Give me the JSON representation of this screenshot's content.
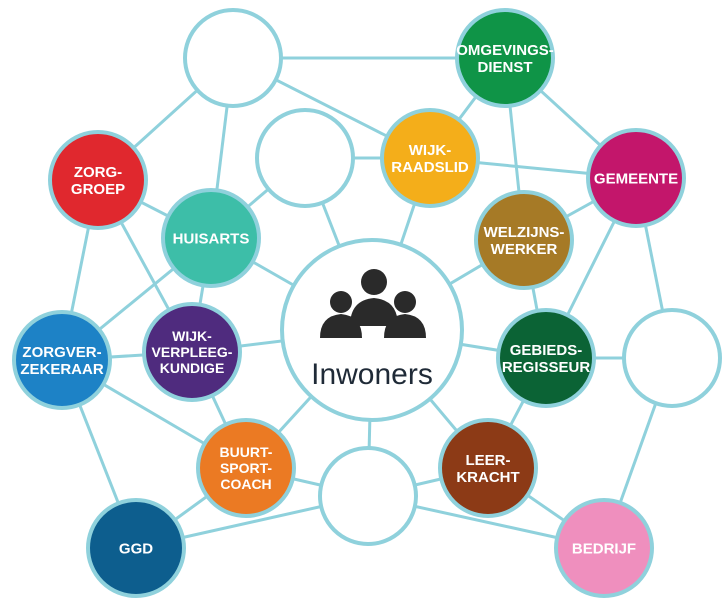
{
  "colors": {
    "edge": "#8fd1dc",
    "empty_fill": "#ffffff",
    "center_fill": "#ffffff",
    "center_icon": "#2a2a2a",
    "center_text": "#1f2a37"
  },
  "center": {
    "label": "Inwoners",
    "icon": "people-group-icon"
  },
  "nodes": [
    {
      "id": "empty-top",
      "lines": [],
      "color": "#ffffff",
      "empty": true
    },
    {
      "id": "omgevingsdienst",
      "lines": [
        "OMGEVINGS-",
        "DIENST"
      ],
      "color": "#0f9447"
    },
    {
      "id": "zorggroep",
      "lines": [
        "ZORG-",
        "GROEP"
      ],
      "color": "#e0282e"
    },
    {
      "id": "empty-mid-left",
      "lines": [],
      "color": "#ffffff",
      "empty": true
    },
    {
      "id": "wijkraadslid",
      "lines": [
        "WIJK-",
        "RAADSLID"
      ],
      "color": "#f4ae1a"
    },
    {
      "id": "gemeente",
      "lines": [
        "GEMEENTE"
      ],
      "color": "#c3166b"
    },
    {
      "id": "huisarts",
      "lines": [
        "HUISARTS"
      ],
      "color": "#3dbea8"
    },
    {
      "id": "welzijnswerker",
      "lines": [
        "WELZIJNS-",
        "WERKER"
      ],
      "color": "#a67a26"
    },
    {
      "id": "zorgverzekeraar",
      "lines": [
        "ZORGVER-",
        "ZEKERAAR"
      ],
      "color": "#1d82c6"
    },
    {
      "id": "wijkverpleegkundige",
      "lines": [
        "WIJK-",
        "VERPLEEG-",
        "KUNDIGE"
      ],
      "color": "#4f2b7e"
    },
    {
      "id": "gebiedsregisseur",
      "lines": [
        "GEBIEDS-",
        "REGISSEUR"
      ],
      "color": "#0b6335"
    },
    {
      "id": "empty-right",
      "lines": [],
      "color": "#ffffff",
      "empty": true
    },
    {
      "id": "buurtsportcoach",
      "lines": [
        "BUURT-",
        "SPORT-",
        "COACH"
      ],
      "color": "#eb7a23"
    },
    {
      "id": "leerkracht",
      "lines": [
        "LEER-",
        "KRACHT"
      ],
      "color": "#8c3a16"
    },
    {
      "id": "empty-bottom",
      "lines": [],
      "color": "#ffffff",
      "empty": true
    },
    {
      "id": "ggd",
      "lines": [
        "GGD"
      ],
      "color": "#0d5e8e"
    },
    {
      "id": "bedrijf",
      "lines": [
        "BEDRIJF"
      ],
      "color": "#ef8fbe"
    }
  ],
  "edges": [
    [
      "empty-top",
      "omgevingsdienst"
    ],
    [
      "empty-top",
      "zorggroep"
    ],
    [
      "empty-top",
      "huisarts"
    ],
    [
      "empty-top",
      "wijkraadslid"
    ],
    [
      "omgevingsdienst",
      "wijkraadslid"
    ],
    [
      "omgevingsdienst",
      "gemeente"
    ],
    [
      "omgevingsdienst",
      "welzijnswerker"
    ],
    [
      "zorggroep",
      "huisarts"
    ],
    [
      "zorggroep",
      "zorgverzekeraar"
    ],
    [
      "zorggroep",
      "wijkverpleegkundige"
    ],
    [
      "empty-mid-left",
      "wijkraadslid"
    ],
    [
      "empty-mid-left",
      "huisarts"
    ],
    [
      "empty-mid-left",
      "center"
    ],
    [
      "wijkraadslid",
      "gemeente"
    ],
    [
      "wijkraadslid",
      "center"
    ],
    [
      "gemeente",
      "welzijnswerker"
    ],
    [
      "gemeente",
      "gebiedsregisseur"
    ],
    [
      "gemeente",
      "empty-right"
    ],
    [
      "huisarts",
      "center"
    ],
    [
      "huisarts",
      "zorgverzekeraar"
    ],
    [
      "huisarts",
      "wijkverpleegkundige"
    ],
    [
      "welzijnswerker",
      "center"
    ],
    [
      "welzijnswerker",
      "gebiedsregisseur"
    ],
    [
      "zorgverzekeraar",
      "wijkverpleegkundige"
    ],
    [
      "zorgverzekeraar",
      "ggd"
    ],
    [
      "zorgverzekeraar",
      "buurtsportcoach"
    ],
    [
      "wijkverpleegkundige",
      "center"
    ],
    [
      "wijkverpleegkundige",
      "buurtsportcoach"
    ],
    [
      "gebiedsregisseur",
      "center"
    ],
    [
      "gebiedsregisseur",
      "empty-right"
    ],
    [
      "gebiedsregisseur",
      "leerkracht"
    ],
    [
      "empty-right",
      "bedrijf"
    ],
    [
      "buurtsportcoach",
      "center"
    ],
    [
      "buurtsportcoach",
      "empty-bottom"
    ],
    [
      "buurtsportcoach",
      "ggd"
    ],
    [
      "leerkracht",
      "center"
    ],
    [
      "leerkracht",
      "empty-bottom"
    ],
    [
      "leerkracht",
      "bedrijf"
    ],
    [
      "empty-bottom",
      "center"
    ],
    [
      "empty-bottom",
      "bedrijf"
    ],
    [
      "empty-bottom",
      "ggd"
    ]
  ]
}
